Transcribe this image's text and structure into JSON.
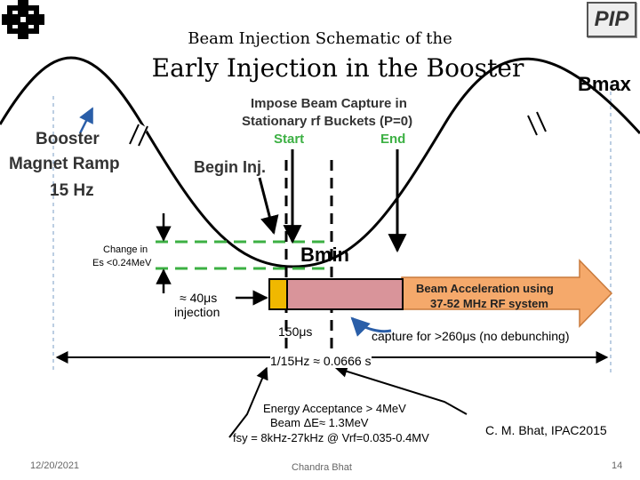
{
  "header": {
    "subtitle": "Beam Injection Schematic of the",
    "title": "Early Injection in the Booster",
    "pip_logo": "PIP"
  },
  "labels": {
    "bmax": "Bmax",
    "bmin": "Bmin",
    "ramp_line1": "Booster",
    "ramp_line2": "Magnet Ramp",
    "ramp_line3": "15 Hz",
    "capture_line1": "Impose Beam Capture in",
    "capture_line2": "Stationary rf Buckets (P=0)",
    "start": "Start",
    "end": "End",
    "begin_inj": "Begin Inj.",
    "change_line1": "Change in",
    "change_line2": "Es <0.24MeV",
    "inj_line1": "≈ 40μs",
    "inj_line2": "injection",
    "accel_line1": "Beam Acceleration using",
    "accel_line2": "37-52 MHz RF system",
    "t150": "150μs",
    "capture_for": "capture  for >260μs (no debunching)",
    "period": "1/15Hz ≈ 0.0666 s",
    "energy_line1": "Energy Acceptance > 4MeV",
    "energy_line2": "Beam ΔE≈ 1.3MeV",
    "energy_line3": "fsy = 8kHz-27kHz @ Vrf=0.035-0.4MV",
    "citation": "C. M. Bhat, IPAC2015"
  },
  "footer": {
    "date": "12/20/2021",
    "author": "Chandra Bhat",
    "page": "14"
  },
  "colors": {
    "start": "#3cb043",
    "end": "#3cb043",
    "accel_arrow": "#f5a96b",
    "accel_border": "#c97a3c",
    "inj_box": "#f0b800",
    "capture_box": "#d9949a",
    "guide_dash": "#3cb043",
    "blue_arrow": "#2a5ea8"
  }
}
